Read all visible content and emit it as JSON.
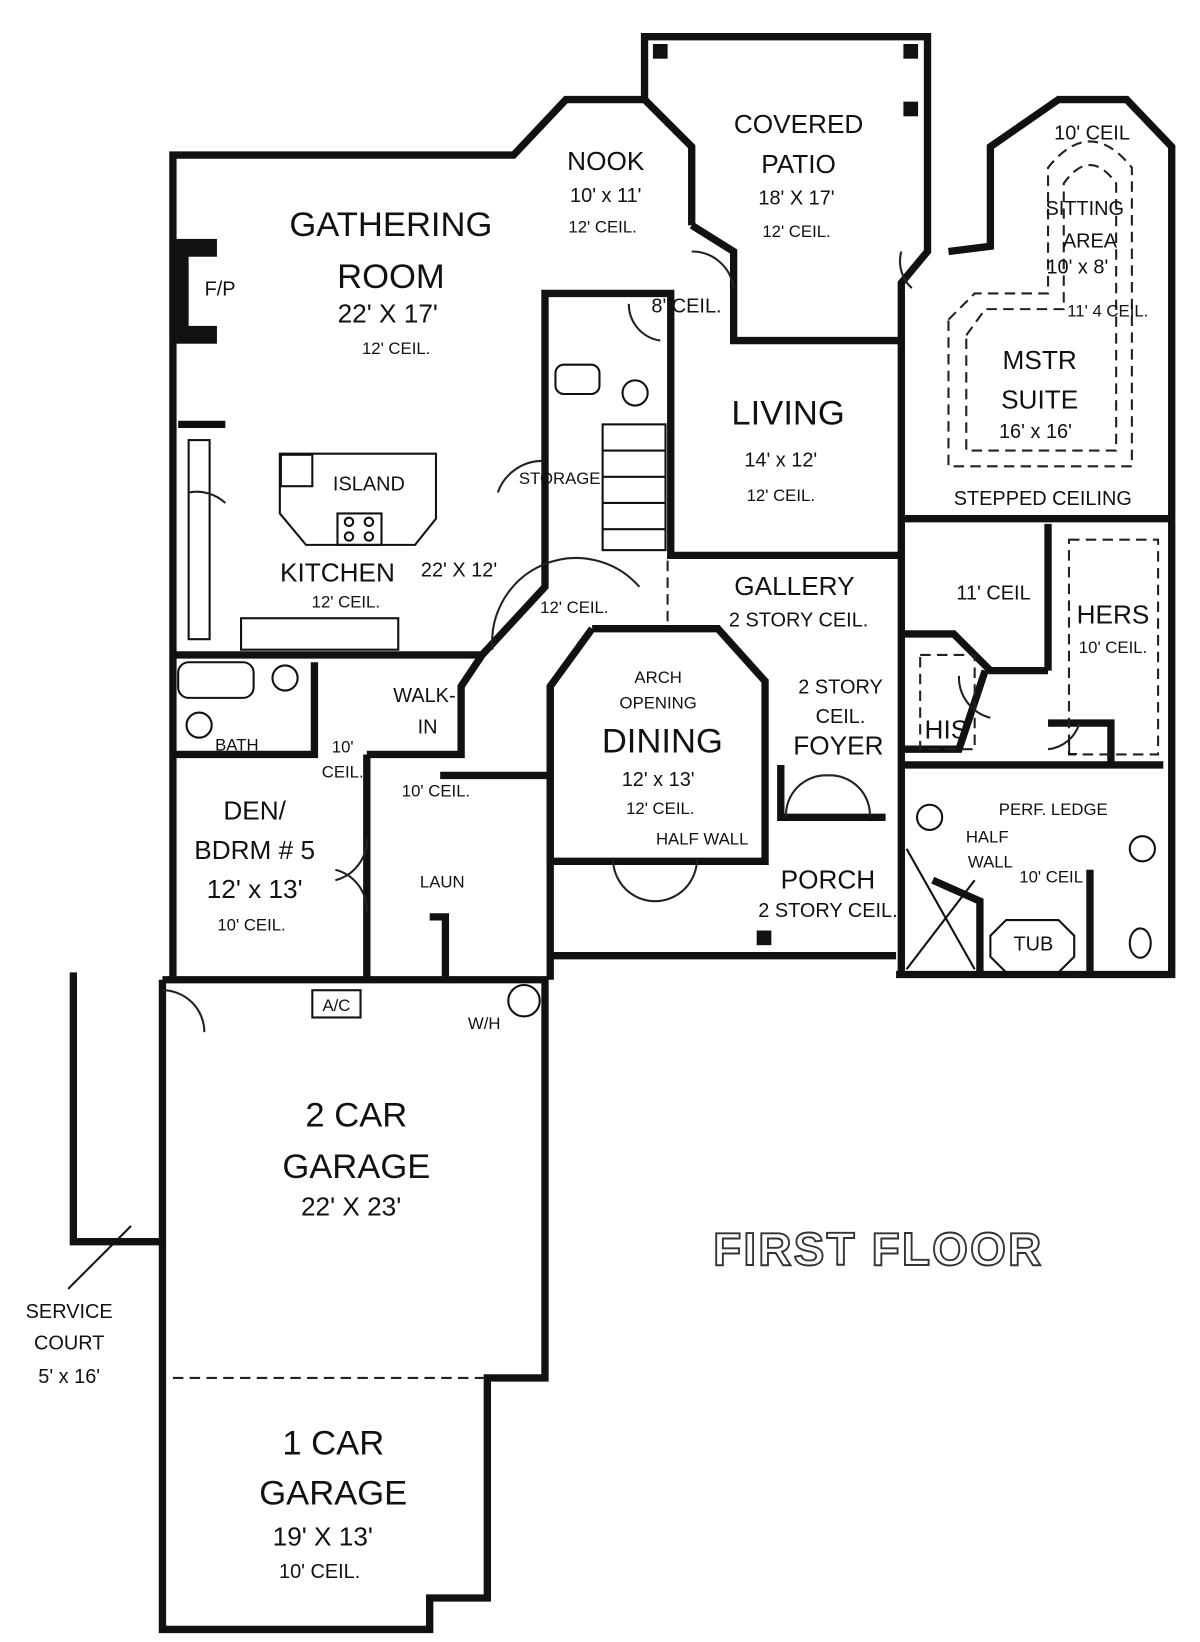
{
  "title": "FIRST FLOOR",
  "rooms": {
    "gathering": {
      "name1": "GATHERING",
      "name2": "ROOM",
      "size": "22' X 17'",
      "ceil": "12' CEIL."
    },
    "fireplace": "F/P",
    "nook": {
      "name": "NOOK",
      "size": "10' x 11'",
      "ceil": "12' CEIL."
    },
    "patio": {
      "name1": "COVERED",
      "name2": "PATIO",
      "size": "18' X 17'",
      "ceil": "12' CEIL."
    },
    "sitting": {
      "ceil_top": "10' CEIL",
      "name1": "SITTING",
      "name2": "AREA",
      "size": "10' x 8'",
      "ceil": "11' 4 CEIL."
    },
    "master": {
      "name1": "MSTR",
      "name2": "SUITE",
      "size": "16' x 16'",
      "ceil": "STEPPED CEILING"
    },
    "hall_ceil": "8' CEIL.",
    "living": {
      "name": "LIVING",
      "size": "14' x 12'",
      "ceil": "12' CEIL."
    },
    "storage": "STORAGE",
    "island": "ISLAND",
    "kitchen": {
      "name": "KITCHEN",
      "size": "22' X 12'",
      "ceil": "12' CEIL."
    },
    "gallery": {
      "name": "GALLERY",
      "ceil": "2 STORY CEIL."
    },
    "hall2_ceil": "12' CEIL.",
    "closet_ceil": "11' CEIL",
    "hers": {
      "name": "HERS",
      "ceil": "10' CEIL."
    },
    "his": "HIS",
    "linen": "L",
    "dining": {
      "arch1": "ARCH",
      "arch2": "OPENING",
      "name": "DINING",
      "size": "12' x 13'",
      "ceil": "12' CEIL.",
      "half_wall": "HALF WALL"
    },
    "foyer": {
      "ceil1": "2 STORY",
      "ceil2": "CEIL.",
      "name": "FOYER"
    },
    "bath": "BATH",
    "walkin": {
      "l1": "WALK-",
      "l2": "IN"
    },
    "bath_ceil": {
      "l1": "10'",
      "l2": "CEIL."
    },
    "hall3_ceil": "10' CEIL.",
    "den": {
      "l1": "DEN/",
      "l2": "BDRM # 5",
      "size": "12' x 13'",
      "ceil": "10' CEIL."
    },
    "laundry": "LAUN",
    "porch": {
      "name": "PORCH",
      "ceil": "2 STORY CEIL."
    },
    "mbath": {
      "ledge": "PERF. LEDGE",
      "half1": "HALF",
      "half2": "WALL",
      "ceil": "10' CEIL",
      "tub": "TUB"
    },
    "ac": "A/C",
    "wh": "W/H",
    "garage2": {
      "l1": "2 CAR",
      "l2": "GARAGE",
      "size": "22' X 23'"
    },
    "garage1": {
      "l1": "1 CAR",
      "l2": "GARAGE",
      "size": "19' X 13'",
      "ceil": "10' CEIL."
    },
    "service": {
      "l1": "SERVICE",
      "l2": "COURT",
      "size": "5' x 16'"
    }
  }
}
